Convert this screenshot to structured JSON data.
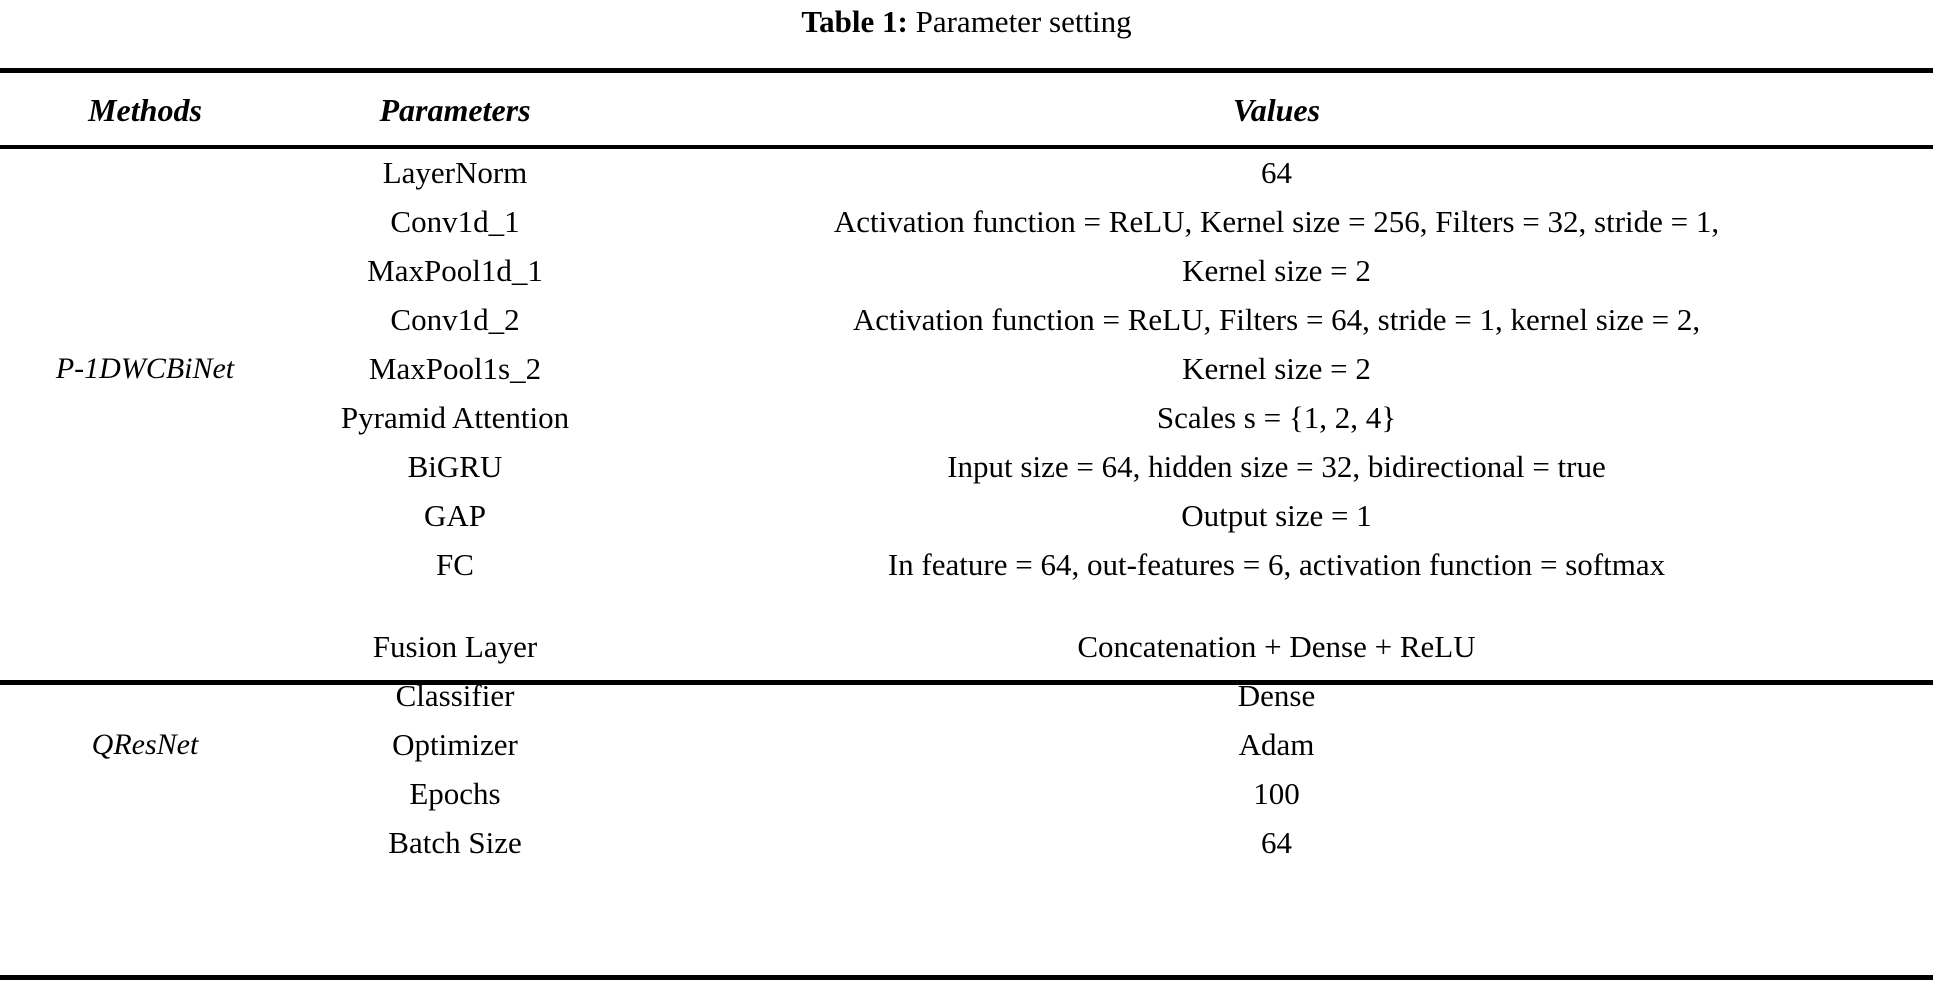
{
  "caption": {
    "label": "Table 1:",
    "text": "Parameter setting"
  },
  "table": {
    "headers": {
      "methods": "Methods",
      "parameters": "Parameters",
      "values": "Values"
    },
    "sections": [
      {
        "method": "P-1DWCBiNet",
        "rows": [
          {
            "parameter": "LayerNorm",
            "value": "64"
          },
          {
            "parameter": "Conv1d_1",
            "value": "Activation function = ReLU, Kernel size = 256, Filters = 32, stride = 1,"
          },
          {
            "parameter": "MaxPool1d_1",
            "value": "Kernel size = 2"
          },
          {
            "parameter": "Conv1d_2",
            "value": "Activation function = ReLU, Filters = 64, stride = 1, kernel size = 2,"
          },
          {
            "parameter": "MaxPool1s_2",
            "value": "Kernel size = 2"
          },
          {
            "parameter": "Pyramid Attention",
            "value": "Scales s = {1, 2, 4}"
          },
          {
            "parameter": "BiGRU",
            "value": "Input size = 64, hidden size = 32, bidirectional = true"
          },
          {
            "parameter": "GAP",
            "value": "Output size = 1"
          },
          {
            "parameter": "FC",
            "value": "In feature = 64, out-features = 6, activation function = softmax"
          }
        ]
      },
      {
        "method": "QResNet",
        "rows": [
          {
            "parameter": "Fusion Layer",
            "value": "Concatenation + Dense + ReLU"
          },
          {
            "parameter": "Classifier",
            "value": "Dense"
          },
          {
            "parameter": "Optimizer",
            "value": "Adam"
          },
          {
            "parameter": "Epochs",
            "value": "100"
          },
          {
            "parameter": "Batch Size",
            "value": "64"
          }
        ]
      }
    ]
  },
  "colors": {
    "text": "#000000",
    "rule": "#000000",
    "background": "#ffffff"
  }
}
